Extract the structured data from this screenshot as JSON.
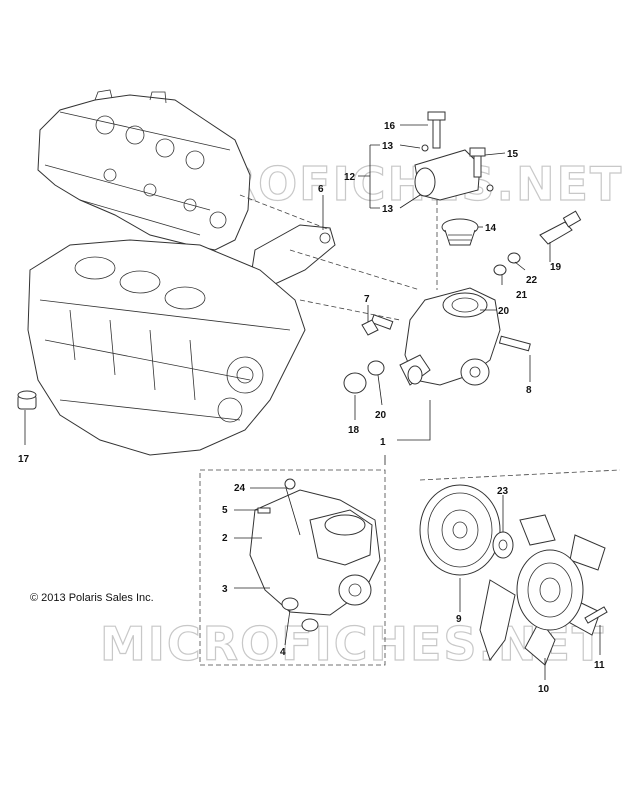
{
  "copyright": "© 2013 Polaris Sales Inc.",
  "watermark": "MICROFICHES.NET",
  "callouts": [
    {
      "id": "c1",
      "text": "1"
    },
    {
      "id": "c2",
      "text": "2"
    },
    {
      "id": "c3",
      "text": "3"
    },
    {
      "id": "c4",
      "text": "4"
    },
    {
      "id": "c5",
      "text": "5"
    },
    {
      "id": "c6",
      "text": "6"
    },
    {
      "id": "c7",
      "text": "7"
    },
    {
      "id": "c8",
      "text": "8"
    },
    {
      "id": "c9",
      "text": "9"
    },
    {
      "id": "c10",
      "text": "10"
    },
    {
      "id": "c11",
      "text": "11"
    },
    {
      "id": "c12",
      "text": "12"
    },
    {
      "id": "c13a",
      "text": "13"
    },
    {
      "id": "c13b",
      "text": "13"
    },
    {
      "id": "c14",
      "text": "14"
    },
    {
      "id": "c15",
      "text": "15"
    },
    {
      "id": "c16",
      "text": "16"
    },
    {
      "id": "c17",
      "text": "17"
    },
    {
      "id": "c18",
      "text": "18"
    },
    {
      "id": "c19",
      "text": "19"
    },
    {
      "id": "c20a",
      "text": "20"
    },
    {
      "id": "c20b",
      "text": "20"
    },
    {
      "id": "c21",
      "text": "21"
    },
    {
      "id": "c22",
      "text": "22"
    },
    {
      "id": "c23",
      "text": "23"
    },
    {
      "id": "c24",
      "text": "24"
    }
  ]
}
